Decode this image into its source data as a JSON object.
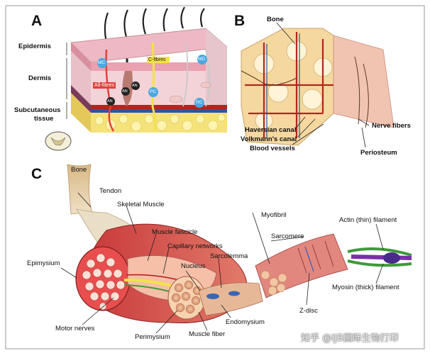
{
  "panels": {
    "a": {
      "letter": "A",
      "labels": {
        "epidermis": "Epidermis",
        "dermis": "Dermis",
        "subcutaneous": "Subcutaneous",
        "tissue": "tissue",
        "c_fibres": "C-fibres",
        "a_fibres": "Aδ-fibres",
        "mc": "MC",
        "md": "MD",
        "pc": "PC",
        "rc": "RC",
        "an1": "AN",
        "an2": "AN",
        "an3": "AN"
      }
    },
    "b": {
      "letter": "B",
      "labels": {
        "bone": "Bone",
        "haversian": "Haversian canal",
        "volkmann": "Volkmann's canal",
        "blood_vessels": "Blood vessels",
        "nerve_fibers": "Nerve fibers",
        "periosteum": "Periosteum"
      }
    },
    "c": {
      "letter": "C",
      "labels": {
        "bone": "Bone",
        "tendon": "Tendon",
        "skeletal_muscle": "Skeletal Muscle",
        "muscle_fascicle": "Muscle fascicle",
        "capillary": "Capillary networks",
        "epimysium": "Epimysium",
        "nucleus": "Nucleus",
        "sarcolemma": "Sarcolemma",
        "myofibril": "Myofibril",
        "sarcomere": "Sarcomere",
        "actin": "Actin (thin) filament",
        "myosin": "Myosin (thick) filament",
        "z_disc": "Z-disc",
        "motor_nerves": "Motor nerves",
        "perimysium": "Perimysium",
        "endomysium": "Endomysium",
        "muscle_fiber": "Muscle fiber"
      }
    }
  },
  "watermark": "知乎 @IJB国际生物打印",
  "colors": {
    "skin_epidermis": "#f2c2cc",
    "skin_dermis": "#f3d3d8",
    "fat": "#f5e27a",
    "muscle_red": "#d0453f",
    "bone_tan": "#e8c79a",
    "vessel_red": "#b3261e",
    "vessel_blue": "#2c55a8",
    "nerve_yellow": "#f3e24a",
    "receptor_blue": "#4aa8e0",
    "actin_green": "#3f9a3a",
    "myosin_purple": "#7a2fa8"
  }
}
